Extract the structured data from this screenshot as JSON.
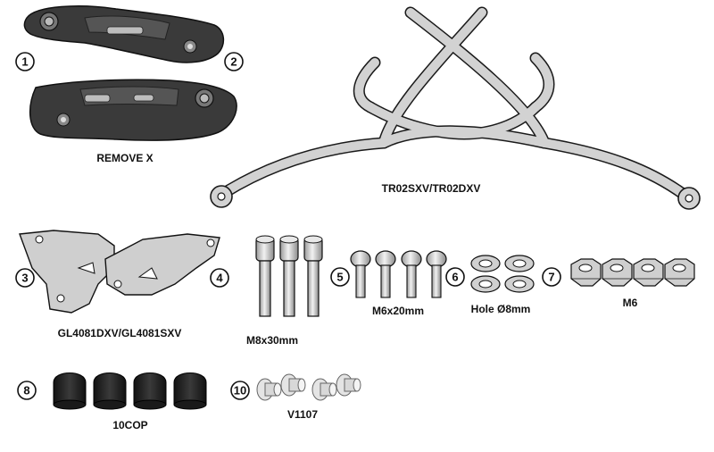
{
  "callouts": [
    "1",
    "2",
    "3",
    "4",
    "5",
    "6",
    "7",
    "8",
    "10"
  ],
  "labels": {
    "remove_x": "REMOVE X",
    "rack": "TR02SXV/TR02DXV",
    "plates": "GL4081DXV/GL4081SXV",
    "bolts_long": "M8x30mm",
    "bolts_short": "M6x20mm",
    "washers": "Hole Ø8mm",
    "nuts": "M6",
    "caps": "10COP",
    "spacers": "V1107"
  },
  "colors": {
    "line": "#1a1a1a",
    "dark_part": "#3a3a3a",
    "metal": "#cfcfcf",
    "plastic": "#d8d8d8"
  }
}
